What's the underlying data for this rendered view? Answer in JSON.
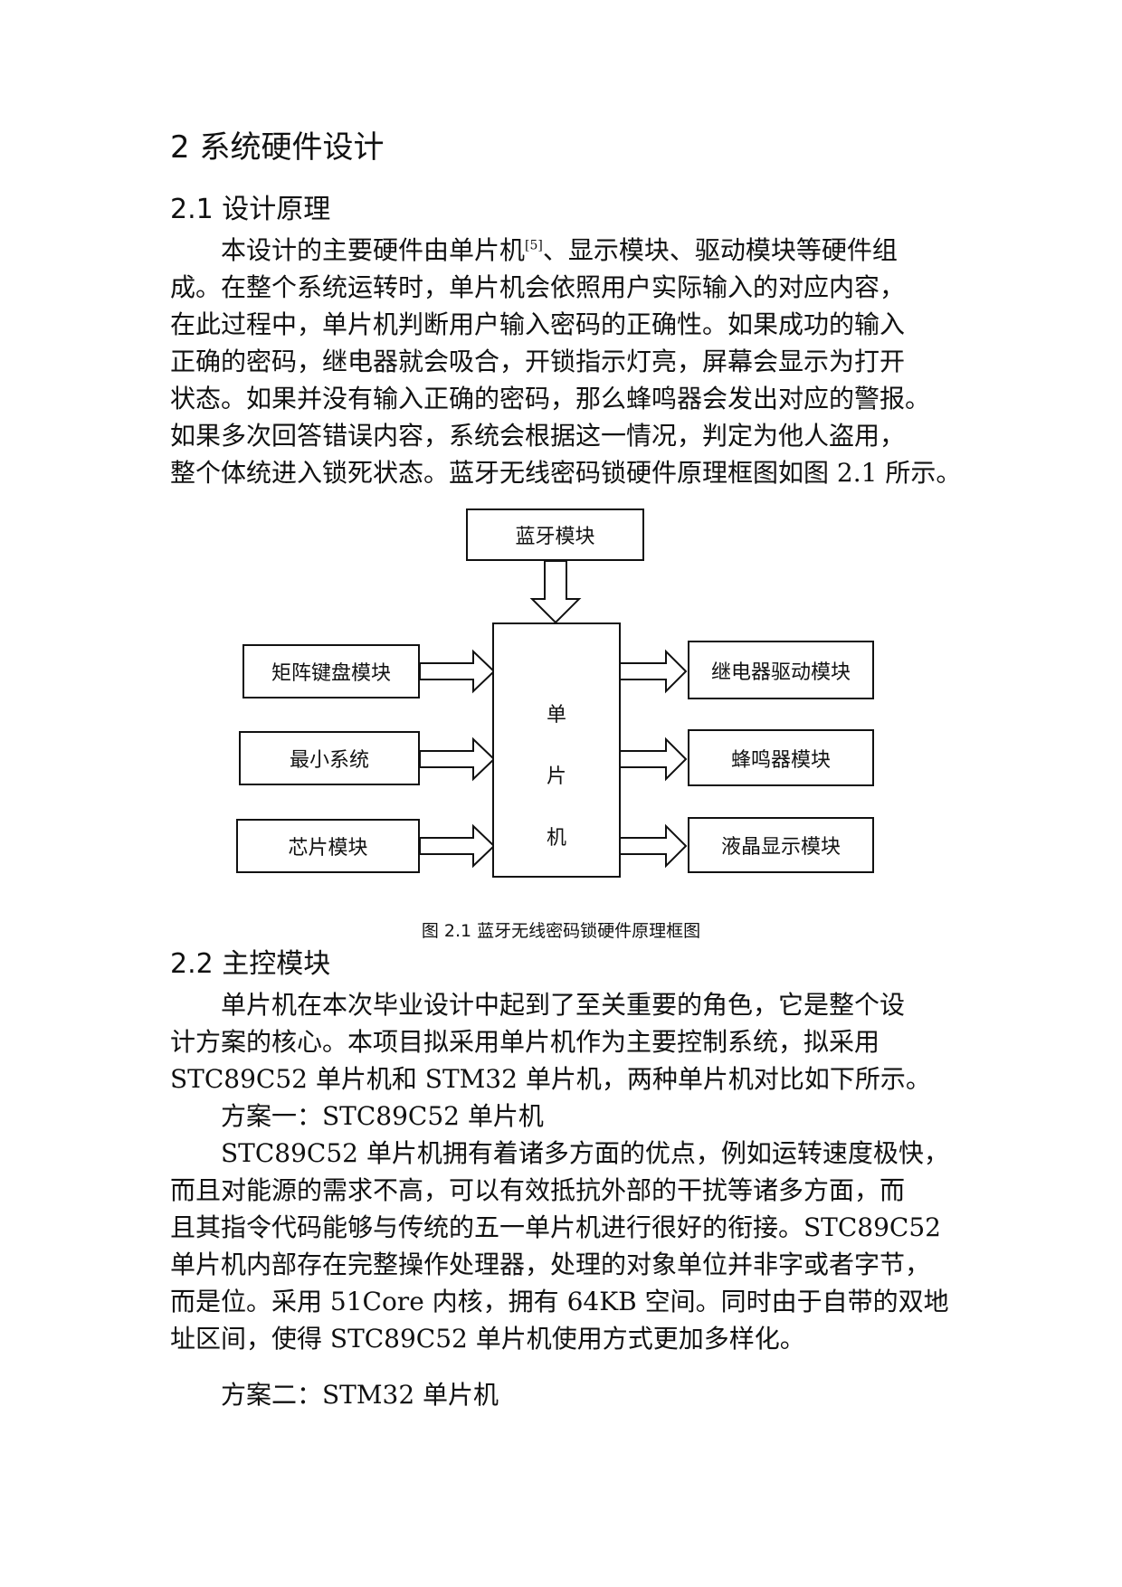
{
  "section": {
    "heading": "2 系统硬件设计",
    "sub1_heading": "2.1 设计原理",
    "sub1_lines": [
      "本设计的主要硬件由单片机",
      "、显示模块、驱动模块等硬件组",
      "成。在整个系统运转时，单片机会依照用户实际输入的对应内容，",
      "在此过程中，单片机判断用户输入密码的正确性。如果成功的输入",
      "正确的密码，继电器就会吸合，开锁指示灯亮，屏幕会显示为打开",
      "状态。如果并没有输入正确的密码，那么蜂鸣器会发出对应的警报。",
      "如果多次回答错误内容，系统会根据这一情况，判定为他人盗用，",
      "整个体统进入锁死状态。蓝牙无线密码锁硬件原理框图如图 2.1 所示。"
    ],
    "citation": "[5]"
  },
  "diagram": {
    "top": "蓝牙模块",
    "left": [
      "矩阵键盘模块",
      "最小系统",
      "芯片模块"
    ],
    "center": [
      "单",
      "片",
      "机"
    ],
    "right": [
      "继电器驱动模块",
      "蜂鸣器模块",
      "液晶显示模块"
    ],
    "caption": "图 2.1 蓝牙无线密码锁硬件原理框图"
  },
  "section2": {
    "heading": "2.2 主控模块",
    "intro_lines": [
      "单片机在本次毕业设计中起到了至关重要的角色，它是整个设",
      "计方案的核心。本项目拟采用单片机作为主要控制系统，拟采用",
      "STC89C52 单片机和 STM32 单片机，两种单片机对比如下所示。"
    ],
    "plan1_title": "方案一：STC89C52 单片机",
    "plan1_lines": [
      "STC89C52 单片机拥有着诸多方面的优点，例如运转速度极快，",
      "而且对能源的需求不高，可以有效抵抗外部的干扰等诸多方面，而",
      "且其指令代码能够与传统的五一单片机进行很好的衔接。STC89C52",
      "单片机内部存在完整操作处理器，处理的对象单位并非字或者字节，",
      "而是位。采用 51Core 内核，拥有 64KB 空间。同时由于自带的双地",
      "址区间，使得 STC89C52 单片机使用方式更加多样化。"
    ],
    "plan2_title": "方案二：STM32 单片机"
  }
}
